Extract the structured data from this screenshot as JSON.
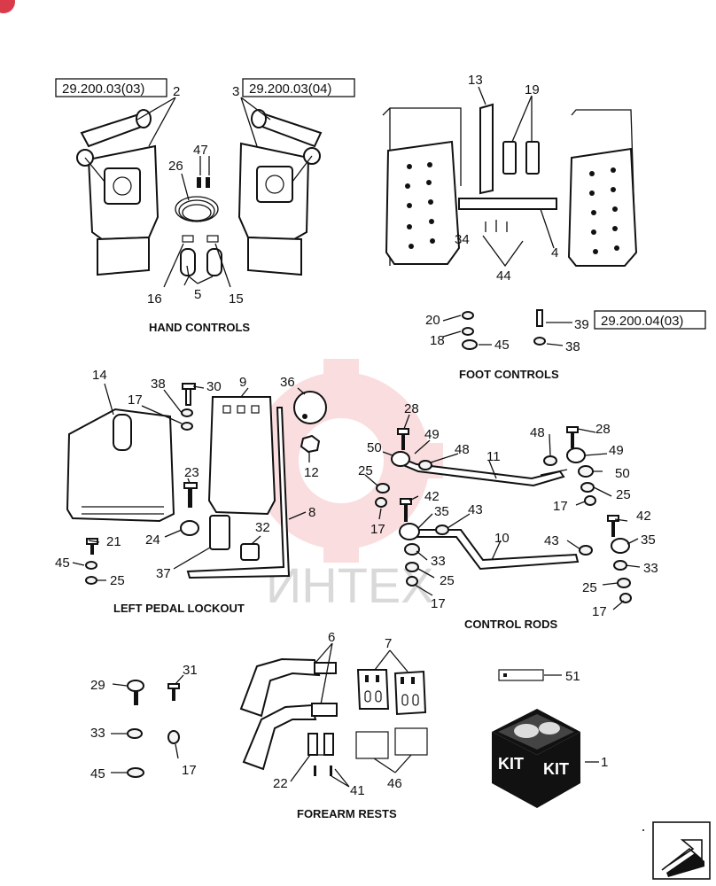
{
  "sections": {
    "hand_controls": "HAND CONTROLS",
    "foot_controls": "FOOT CONTROLS",
    "left_pedal_lockout": "LEFT PEDAL LOCKOUT",
    "control_rods": "CONTROL RODS",
    "forearm_rests": "FOREARM RESTS"
  },
  "references": {
    "hand_left": "29.200.03(03)",
    "hand_right": "29.200.03(04)",
    "foot": "29.200.04(03)"
  },
  "watermark": "ИНТЕХ",
  "kit_label": "KIT",
  "callouts": {
    "c2": "2",
    "c3": "3",
    "c47": "47",
    "c26": "26",
    "c16": "16",
    "c5": "5",
    "c15": "15",
    "c13": "13",
    "c19": "19",
    "c34": "34",
    "c44": "44",
    "c4": "4",
    "c20": "20",
    "c18": "18",
    "c45a": "45",
    "c39": "39",
    "c38a": "38",
    "c14": "14",
    "c38b": "38",
    "c30": "30",
    "c9": "9",
    "c36": "36",
    "c17a": "17",
    "c12": "12",
    "c23": "23",
    "c8": "8",
    "c24": "24",
    "c32": "32",
    "c37": "37",
    "c21": "21",
    "c45b": "45",
    "c25a": "25",
    "c28a": "28",
    "c49a": "49",
    "c50a": "50",
    "c48a": "48",
    "c11": "11",
    "c25b": "25",
    "c42a": "42",
    "c17b": "17",
    "c35a": "35",
    "c43a": "43",
    "c33a": "33",
    "c25c": "25",
    "c17c": "17",
    "c10": "10",
    "c48b": "48",
    "c28b": "28",
    "c49b": "49",
    "c50b": "50",
    "c25d": "25",
    "c17d": "17",
    "c42b": "42",
    "c43b": "43",
    "c35b": "35",
    "c33b": "33",
    "c25e": "25",
    "c17e": "17",
    "c6": "6",
    "c7": "7",
    "c29": "29",
    "c31": "31",
    "c33c": "33",
    "c17f": "17",
    "c45c": "45",
    "c22": "22",
    "c41": "41",
    "c46": "46",
    "c51": "51",
    "c1": "1"
  }
}
